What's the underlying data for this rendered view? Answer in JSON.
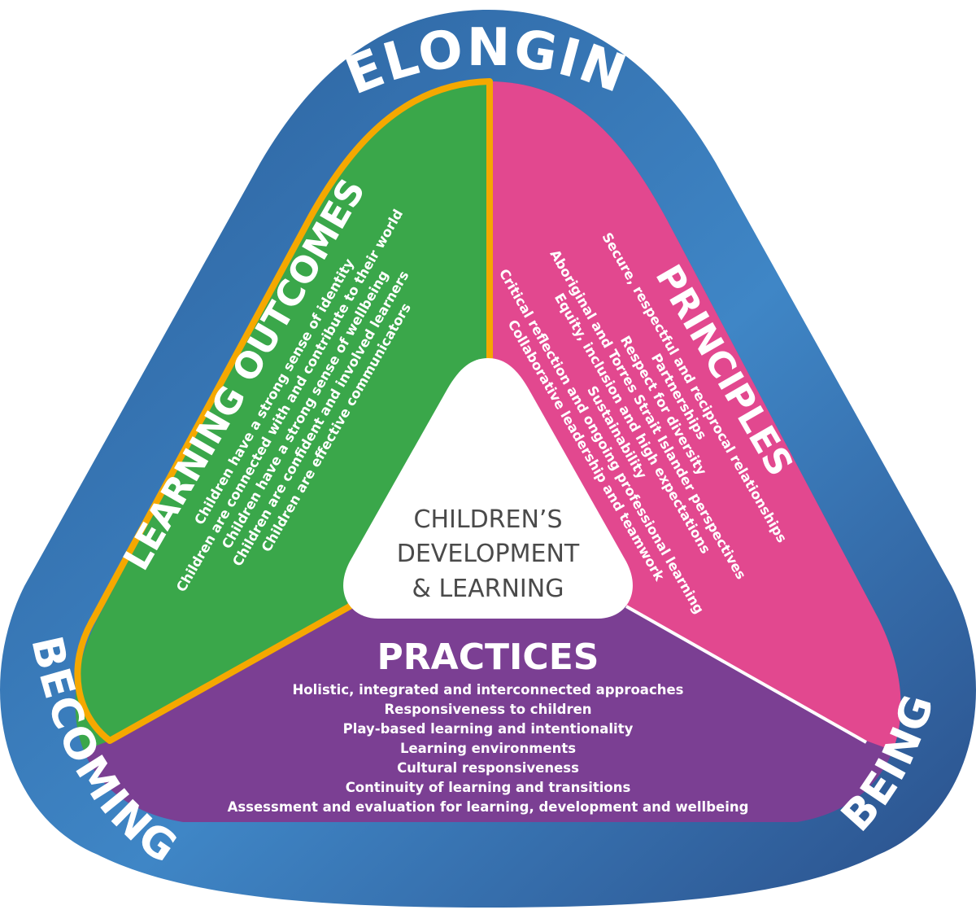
{
  "ring": {
    "top": "BELONGING",
    "left": "BECOMING",
    "right": "BEING"
  },
  "center": {
    "line1": "CHILDREN’S",
    "line2": "DEVELOPMENT",
    "line3": "& LEARNING"
  },
  "outcomes": {
    "title": "LEARNING OUTCOMES",
    "items": [
      "Children have a strong sense of identity",
      "Children are connected with and contribute to their world",
      "Children have a strong sense of wellbeing",
      "Children are confident and involved learners",
      "Children are effective communicators"
    ]
  },
  "principles": {
    "title": "PRINCIPLES",
    "items": [
      "Secure, respectful and reciprocal relationships",
      "Partnerships",
      "Respect for diversity",
      "Aboriginal and Torres Strait Islander perspectives",
      "Equity, inclusion and high expectations",
      "Sustainability",
      "Critical reflection and ongoing professional learning",
      "Collaborative leadership and teamwork"
    ]
  },
  "practices": {
    "title": "PRACTICES",
    "items": [
      "Holistic, integrated and interconnected approaches",
      "Responsiveness to children",
      "Play-based learning and intentionality",
      "Learning environments",
      "Cultural responsiveness",
      "Continuity of learning and transitions",
      "Assessment and evaluation for learning, development and wellbeing"
    ]
  },
  "colors": {
    "ring": "#2f5f9c",
    "ring_light": "#3f86c6",
    "outcomes": "#3aa74a",
    "principles": "#e2488f",
    "practices": "#7b3f93",
    "outline": "#f5a800",
    "center": "#ffffff"
  }
}
